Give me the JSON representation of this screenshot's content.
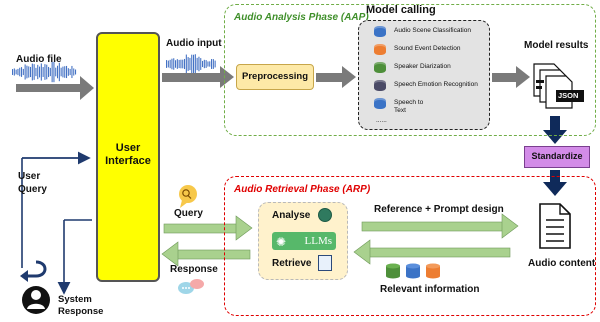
{
  "labels": {
    "audio_file": "Audio file",
    "audio_input": "Audio input",
    "user_interface": "User Interface",
    "user_query": "User Query",
    "system_response": "System Response",
    "query": "Query",
    "response": "Response",
    "model_calling": "Model calling",
    "model_results": "Model results",
    "preprocessing": "Preprocessing",
    "standardize": "Standardize",
    "analyse": "Analyse",
    "llms": "LLMs",
    "retrieve": "Retrieve",
    "reference_prompt": "Reference + Prompt design",
    "audio_content": "Audio content",
    "relevant_information": "Relevant information",
    "json": "JSON"
  },
  "phases": {
    "aap": "Audio Analysis Phase (AAP)",
    "arp": "Audio Retrieval Phase (ARP)"
  },
  "models": [
    {
      "label": "Audio Scene Classification",
      "color": "#3b73c6"
    },
    {
      "label": "Sound Event Detection",
      "color": "#ed7d31"
    },
    {
      "label": "Speaker Diarization",
      "color": "#4e8f3a"
    },
    {
      "label": "Speech Emotion Recognition",
      "color": "#4a4a66"
    },
    {
      "label": "Speech to",
      "label2": "Text",
      "color": "#3b73c6"
    },
    {
      "label": "......",
      "color": ""
    }
  ],
  "colors": {
    "ui_box": "#ffff00",
    "aap_border": "#70ad47",
    "arp_border": "#e00000",
    "arrow_gray": "#6f6f6f",
    "arrow_green": "#a9d18e",
    "waveform": "#4472c4",
    "standardize_fill": "#d38ce8",
    "navy_arrow": "#0f2a5a"
  },
  "icons": [
    "robot-icon",
    "query-bubble-icon",
    "response-bubble-icon",
    "document-icon",
    "json-stack-icon",
    "user-avatar-icon",
    "return-arrow-icon",
    "database-icon",
    "search-icon",
    "retrieve-icon"
  ]
}
